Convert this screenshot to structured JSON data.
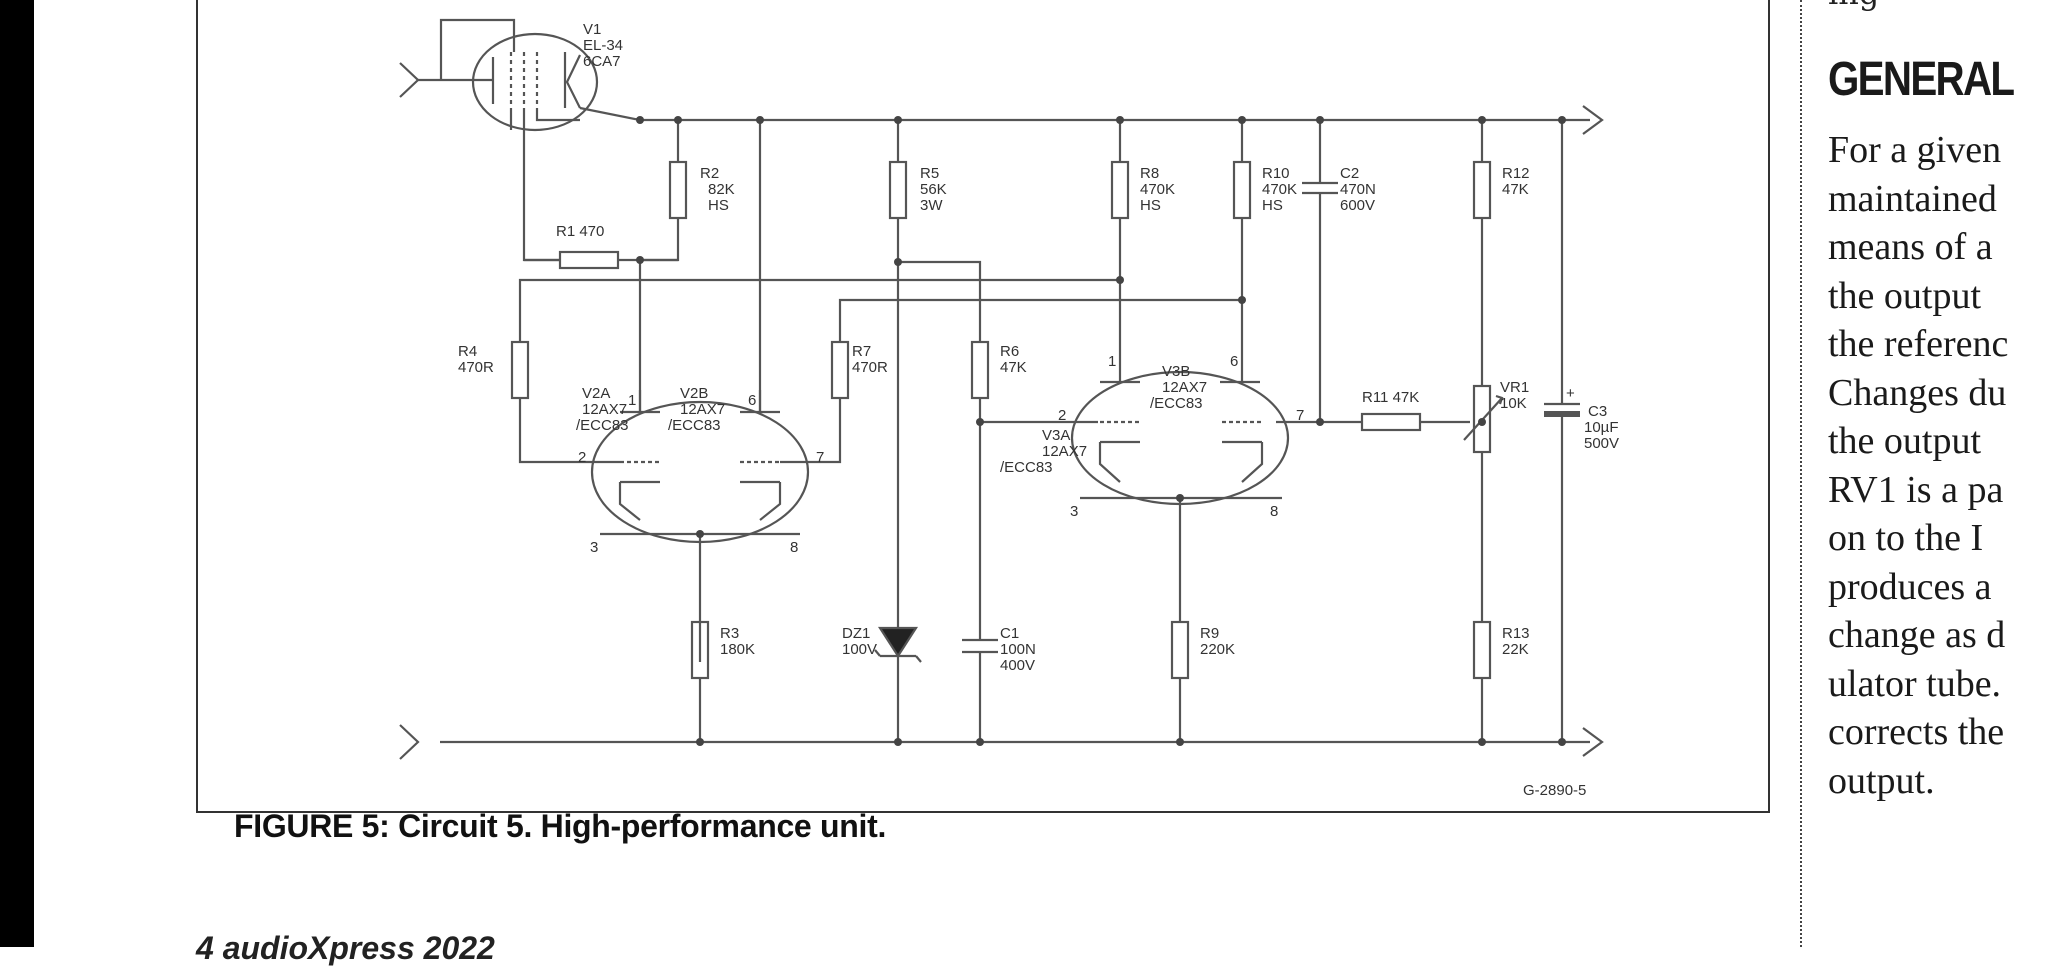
{
  "figure": {
    "caption": "FIGURE 5: Circuit 5. High-performance unit.",
    "figure_id": "G-2890-5",
    "components": {
      "v1": [
        "V1",
        "EL-34",
        "6CA7"
      ],
      "r1": [
        "R1   470"
      ],
      "r2": [
        "R2",
        "82K",
        "HS"
      ],
      "r3": [
        "R3",
        "180K"
      ],
      "r4": [
        "R4",
        "470R"
      ],
      "r5": [
        "R5",
        "56K",
        "3W"
      ],
      "r6": [
        "R6",
        "47K"
      ],
      "r7": [
        "R7",
        "470R"
      ],
      "r8": [
        "R8",
        "470K",
        "HS"
      ],
      "r9": [
        "R9",
        "220K"
      ],
      "r10": [
        "R10",
        "470K",
        "HS"
      ],
      "r11": [
        "R11 47K"
      ],
      "r12": [
        "R12",
        "47K"
      ],
      "r13": [
        "R13",
        "22K"
      ],
      "c1": [
        "C1",
        "100N",
        "400V"
      ],
      "c2": [
        "C2",
        "470N",
        "600V"
      ],
      "c3": [
        "C3",
        "10µF",
        "500V"
      ],
      "vr1": [
        "VR1",
        "10K"
      ],
      "dz1": [
        "DZ1",
        "100V"
      ],
      "v2a": [
        "V2A",
        "12AX7",
        "/ECC83"
      ],
      "v2b": [
        "V2B",
        "12AX7",
        "/ECC83"
      ],
      "v3a": [
        "V3A",
        "12AX7",
        "/ECC83"
      ],
      "v3b": [
        "V3B",
        "12AX7",
        "/ECC83"
      ]
    },
    "pins": {
      "v2a_anode": "1",
      "v2a_grid": "2",
      "v2a_cathode": "3",
      "v2b_anode": "6",
      "v2b_grid": "7",
      "v2b_cathode": "8",
      "v3a_anode": "1",
      "v3a_grid": "2",
      "v3a_cathode": "3",
      "v3b_anode": "6",
      "v3b_grid": "7",
      "v3b_cathode": "8",
      "c3_polarity": "+"
    }
  },
  "footer": "4  audioXpress 2022",
  "article": {
    "top_fragment": "ing",
    "heading": "GENERAL",
    "lines": [
      "For a given",
      "maintained",
      "means of a",
      "the output",
      "the referenc",
      "Changes du",
      "the output",
      "RV1 is a pa",
      "on to the I",
      "produces a",
      "change as d",
      "ulator tube.",
      "corrects the",
      "output."
    ]
  }
}
